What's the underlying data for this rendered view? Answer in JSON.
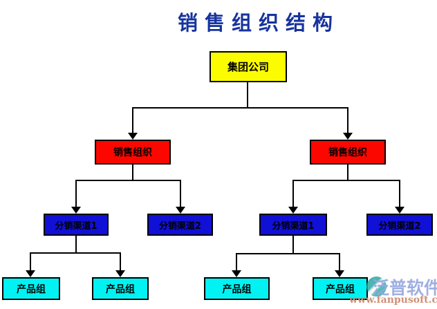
{
  "page_title": "销售组织结构",
  "palette": {
    "title_color": "#16339E",
    "group_fill": "#FCFC00",
    "sales_fill": "#FB0700",
    "channel_fill": "#1110D6",
    "product_fill": "#00F2F2",
    "connector_color": "#000000"
  },
  "org": {
    "root": {
      "label": "集团公司"
    },
    "sales": [
      {
        "label": "销售组织"
      },
      {
        "label": "销售组织"
      }
    ],
    "channels": [
      {
        "label": "分销渠道1"
      },
      {
        "label": "分销渠道2"
      },
      {
        "label": "分销渠道1"
      },
      {
        "label": "分销渠道2"
      }
    ],
    "products": [
      {
        "label": "产品组"
      },
      {
        "label": "产品组"
      },
      {
        "label": "产品组"
      },
      {
        "label": "产品组"
      }
    ]
  },
  "hierarchy_note": {
    "root_children": [
      "销售组织",
      "销售组织"
    ],
    "sales_children": [
      "分销渠道1",
      "分销渠道2"
    ],
    "channel1_children": [
      "产品组",
      "产品组"
    ]
  },
  "watermark": {
    "brand": "泛普软件",
    "url": "www.fanpusoft.com"
  }
}
